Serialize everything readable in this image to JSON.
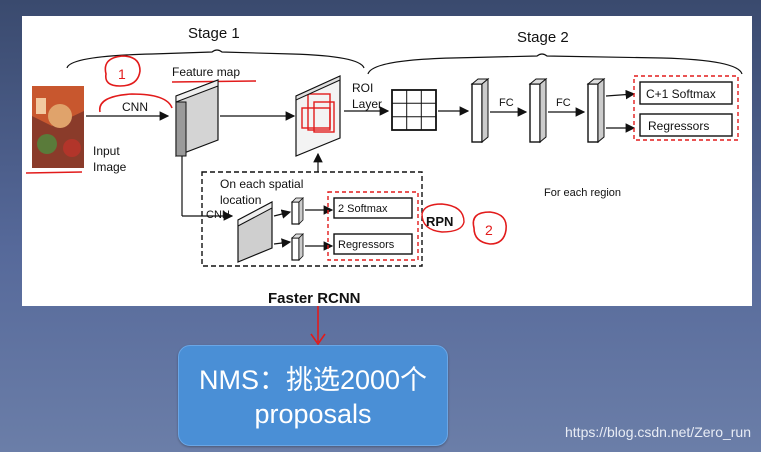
{
  "diagram": {
    "stage1": "Stage 1",
    "stage2": "Stage 2",
    "feature_map": "Feature map",
    "cnn": "CNN",
    "input_line1": "Input",
    "input_line2": "Image",
    "roi_line1": "ROI",
    "roi_line2": "Layer",
    "fc1": "FC",
    "fc2": "FC",
    "c1_softmax": "C+1 Softmax",
    "regressors_top": "Regressors",
    "each_spatial_line1": "On each spatial",
    "each_spatial_line2": "location",
    "rpn_cnn": "CNN",
    "softmax2": "2 Softmax",
    "regressors_rpn": "Regressors",
    "rpn": "RPN",
    "for_each_region": "For each region",
    "annotation_1": "1",
    "annotation_2": "2"
  },
  "caption": "Faster RCNN",
  "nms_box": {
    "line1": "NMS：挑选2000个",
    "line2": "proposals"
  },
  "watermark": "https://blog.csdn.net/Zero_run",
  "colors": {
    "background": "#4c5f8e",
    "annotation_red": "#e21b1b",
    "nms_box": "#4a8fd6"
  }
}
